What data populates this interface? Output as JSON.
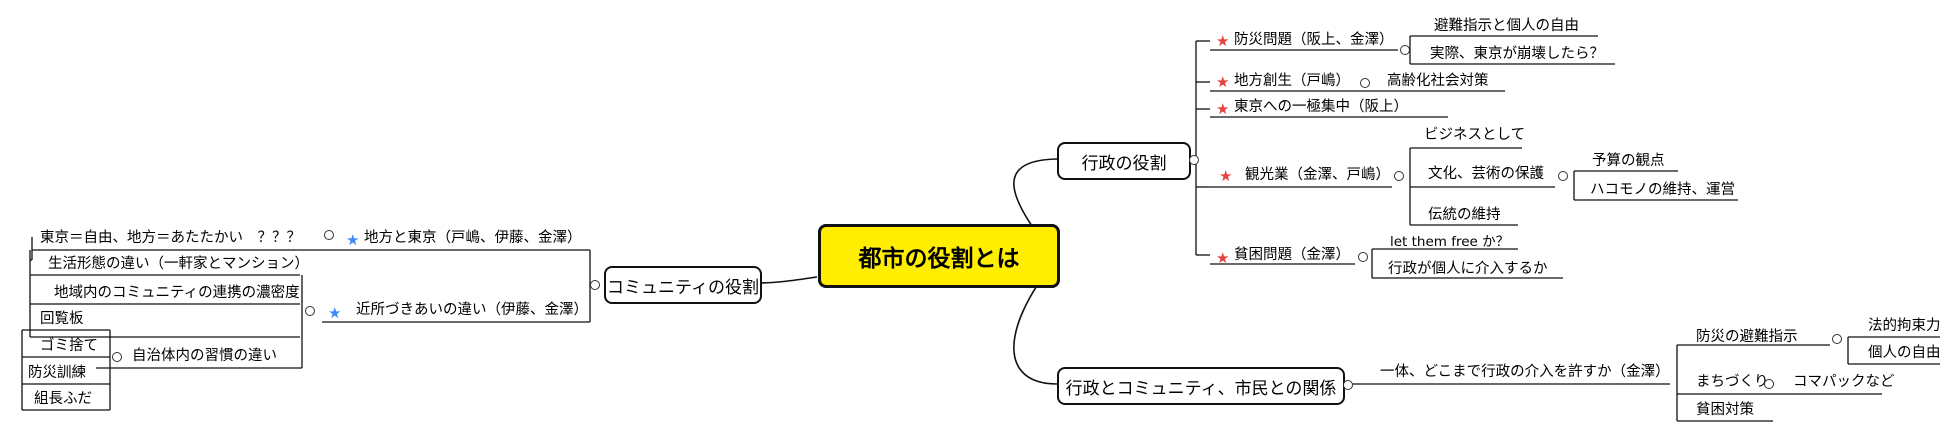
{
  "central": "都市の役割とは",
  "topics": {
    "gyosei": "行政の役割",
    "community": "コミュニティの役割",
    "kankei": "行政とコミュニティ、市民との関係"
  },
  "gyosei": {
    "bousai": "防災問題（阪上、金澤）",
    "bousai_a": "避難指示と個人の自由",
    "bousai_b": "実際、東京が崩壊したら？",
    "chihou": "地方創生（戸嶋）",
    "chihou_a": "高齢化社会対策",
    "tokyo": "東京への一極集中（阪上）",
    "kanko": "観光業（金澤、戸嶋）",
    "kanko_a": "ビジネスとして",
    "kanko_b": "文化、芸術の保護",
    "kanko_b1": "予算の観点",
    "kanko_b2": "ハコモノの維持、運営",
    "kanko_c": "伝統の維持",
    "hinkon": "貧困問題（金澤）",
    "hinkon_a": "let them free か？",
    "hinkon_b": "行政が個人に介入するか"
  },
  "community": {
    "chiho_tokyo": "地方と東京（戸嶋、伊藤、金澤）",
    "chiho_tokyo_a": "東京＝自由、地方＝あたたかい　？？？",
    "kinjo": "近所づきあいの違い（伊藤、金澤）",
    "kinjo_a": "生活形態の違い（一軒家とマンション）",
    "kinjo_b": "地域内のコミュニティの連携の濃密度",
    "kinjo_c": "自治体内の習慣の違い",
    "kinjo_c1": "回覧板",
    "kinjo_c2": "ゴミ捨て",
    "kinjo_c3": "防災訓練",
    "kinjo_c4": "組長ふだ"
  },
  "kankei": {
    "ittai": "一体、どこまで行政の介入を許すか（金澤）",
    "bousai_hinan": "防災の避難指示",
    "houteki": "法的拘束力",
    "kojin": "個人の自由",
    "machi": "まちづくり",
    "compact": "コマパックなど",
    "hinkon": "貧困対策"
  },
  "colors": {
    "central_fill": "#ffee00",
    "star_red": "#e8423f",
    "star_blue": "#3d8af7"
  }
}
